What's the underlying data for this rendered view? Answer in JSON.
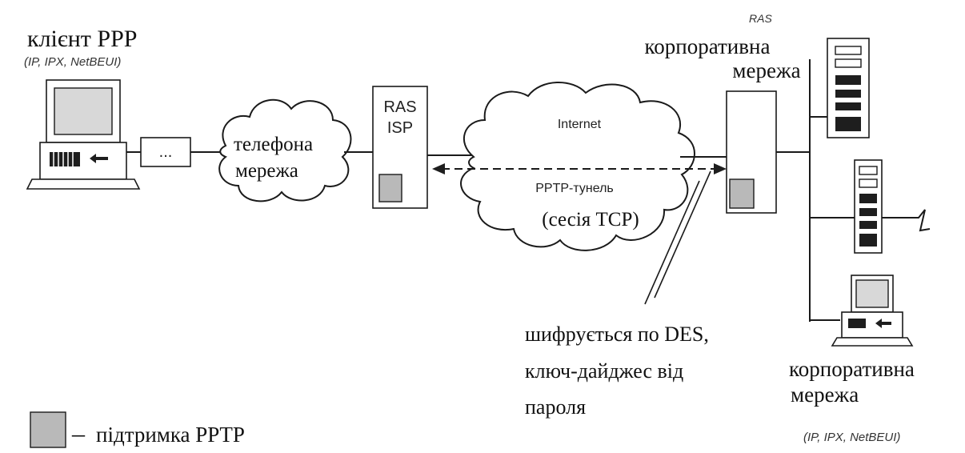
{
  "client": {
    "title": "клієнт PPP",
    "protocols": "(IP, IPX, NetBEUI)"
  },
  "modem_dots": "...",
  "phone_network": {
    "line1": "телефона",
    "line2": "мережа"
  },
  "ras_isp": {
    "line1": "RAS",
    "line2": "ISP"
  },
  "internet": {
    "label": "Internet",
    "tunnel": "PPTP-тунель",
    "session": "(сесія TCP)"
  },
  "corporate_ras": {
    "label": "RAS",
    "title_line1": "корпоративна",
    "title_line2": "мережа"
  },
  "encryption_note": {
    "line1": "шифрується по DES,",
    "line2": "ключ-дайджес від",
    "line3": "пароля"
  },
  "corporate_network_bottom": {
    "line1": "корпоративна",
    "line2": "мережа",
    "protocols": "(IP, IPX, NetBEUI)"
  },
  "legend": {
    "dash": "–",
    "text": "підтримка PPTP"
  },
  "colors": {
    "pptp_support": "#b9b9b9",
    "line": "#1a1a1a",
    "background": "#ffffff"
  }
}
